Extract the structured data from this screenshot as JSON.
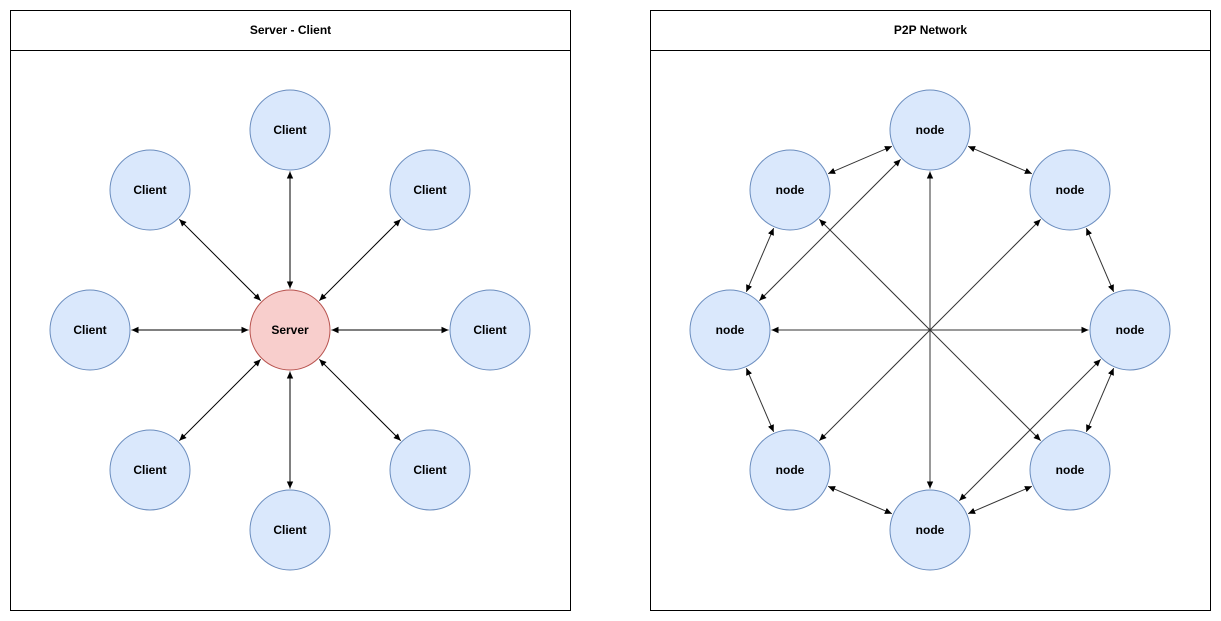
{
  "colors": {
    "client_fill": "#dae8fc",
    "client_stroke": "#6c8ebf",
    "server_fill": "#f8cecc",
    "server_stroke": "#b85450",
    "edge": "#000000"
  },
  "panels": [
    {
      "title": "Server - Client",
      "hub": {
        "label": "Server"
      },
      "spokes": [
        {
          "label": "Client"
        },
        {
          "label": "Client"
        },
        {
          "label": "Client"
        },
        {
          "label": "Client"
        },
        {
          "label": "Client"
        },
        {
          "label": "Client"
        },
        {
          "label": "Client"
        },
        {
          "label": "Client"
        }
      ]
    },
    {
      "title": "P2P Network",
      "nodes": [
        {
          "label": "node"
        },
        {
          "label": "node"
        },
        {
          "label": "node"
        },
        {
          "label": "node"
        },
        {
          "label": "node"
        },
        {
          "label": "node"
        },
        {
          "label": "node"
        },
        {
          "label": "node"
        }
      ],
      "links": [
        [
          0,
          1
        ],
        [
          1,
          2
        ],
        [
          2,
          3
        ],
        [
          3,
          4
        ],
        [
          4,
          5
        ],
        [
          5,
          6
        ],
        [
          6,
          7
        ],
        [
          7,
          0
        ],
        [
          1,
          5
        ],
        [
          7,
          3
        ],
        [
          0,
          6
        ],
        [
          2,
          4
        ],
        [
          0,
          4
        ],
        [
          6,
          2
        ]
      ]
    }
  ]
}
